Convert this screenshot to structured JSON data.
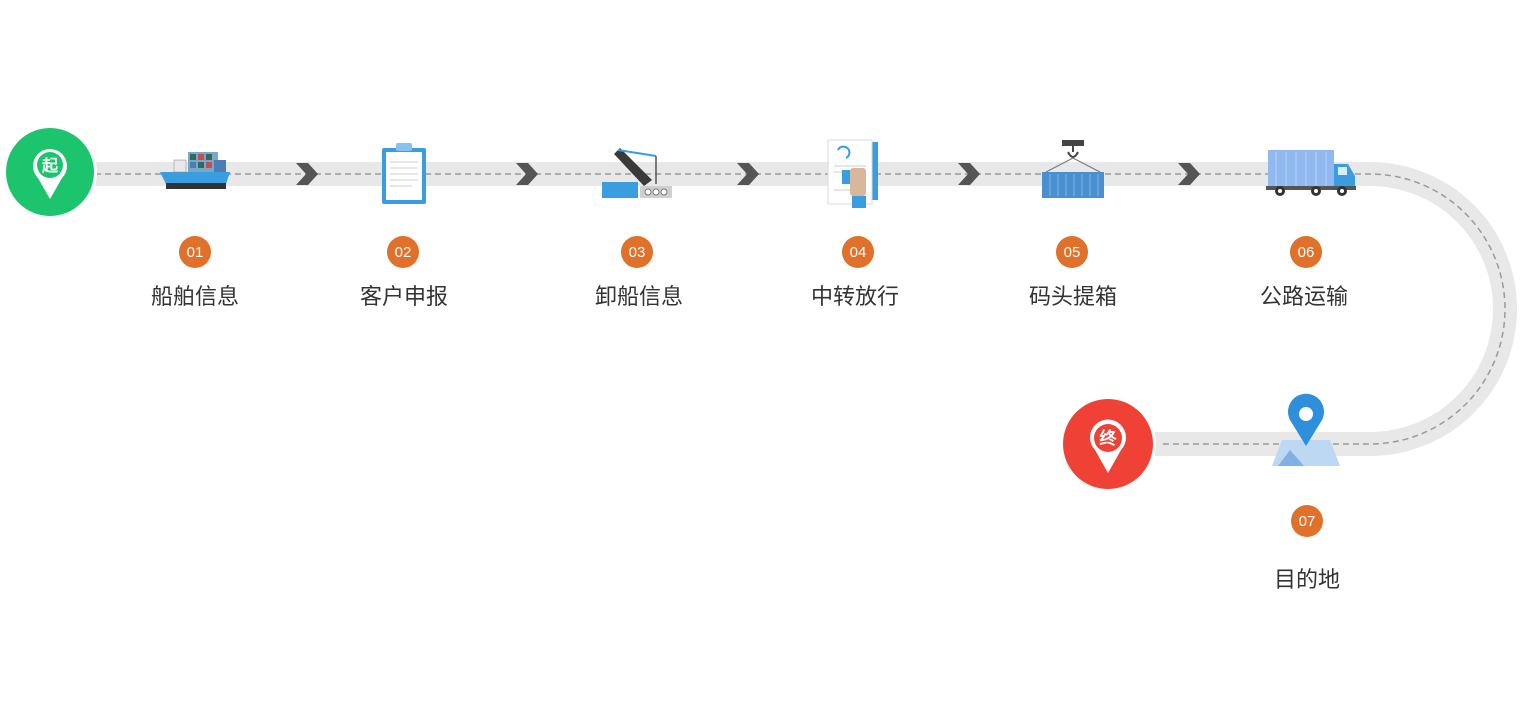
{
  "start_marker": {
    "text": "起",
    "color": "#1dc46e"
  },
  "end_marker": {
    "text": "终",
    "color": "#ef4136"
  },
  "colors": {
    "road": "#e8e8e8",
    "dash": "#9a9a9a",
    "arrow": "#555555",
    "badge": "#e0712a"
  },
  "steps": [
    {
      "number": "01",
      "label": "船舶信息",
      "icon": "cargo-ship-icon"
    },
    {
      "number": "02",
      "label": "客户申报",
      "icon": "clipboard-document-icon"
    },
    {
      "number": "03",
      "label": "卸船信息",
      "icon": "crane-unloading-icon"
    },
    {
      "number": "04",
      "label": "中转放行",
      "icon": "document-release-icon"
    },
    {
      "number": "05",
      "label": "码头提箱",
      "icon": "container-hook-icon"
    },
    {
      "number": "06",
      "label": "公路运输",
      "icon": "truck-icon"
    },
    {
      "number": "07",
      "label": "目的地",
      "icon": "map-pin-icon"
    }
  ]
}
